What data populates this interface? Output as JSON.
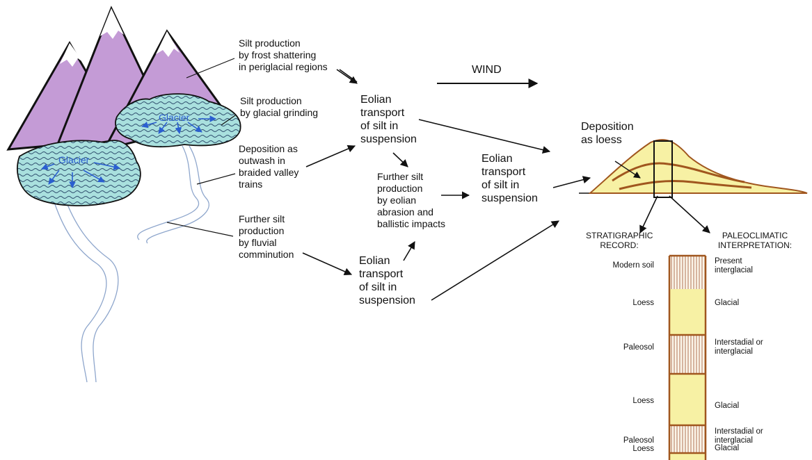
{
  "process_labels": {
    "frost": "Silt production\nby frost shattering\nin periglacial regions",
    "grinding": "Silt production\nby glacial grinding",
    "outwash": "Deposition as\noutwash in\nbraided valley\ntrains",
    "fluvial": "Further silt\nproduction\nby fluvial\ncomminution",
    "eolian_top": "Eolian\ntransport\nof silt in\nsuspension",
    "further_eolian": "Further silt\nproduction\nby eolian\nabrasion and\nballistic impacts",
    "eolian_mid": "Eolian\ntransport\nof silt in\nsuspension",
    "eolian_bottom": "Eolian\ntransport\nof silt in\nsuspension",
    "wind": "WIND",
    "deposition_loess": "Deposition\nas loess",
    "glacier_1": "Glacier",
    "glacier_2": "Glacier"
  },
  "record_headers": {
    "strat": "STRATIGRAPHIC\nRECORD:",
    "paleo": "PALEOCLIMATIC\nINTERPRETATION:"
  },
  "strat_rows": [
    {
      "layer": "Modern soil",
      "interp": "Present\ninterglacial"
    },
    {
      "layer": "Loess",
      "interp": "Glacial"
    },
    {
      "layer": "Paleosol",
      "interp": "Interstadial or\ninterglacial"
    },
    {
      "layer": "Loess",
      "interp": "Glacial"
    },
    {
      "layer": "Paleosol",
      "interp": "Interstadial or\ninterglacial"
    },
    {
      "layer": "Loess",
      "interp": "Glacial"
    }
  ],
  "colors": {
    "mountain": "#c49bd6",
    "glacier_fill": "#a9e0de",
    "loess": "#f7f1a4",
    "paleosol_line": "#a0522d",
    "column_border": "#a0561e",
    "glacier_arrow": "#2a5fd0",
    "river": "#9ab0d4"
  }
}
